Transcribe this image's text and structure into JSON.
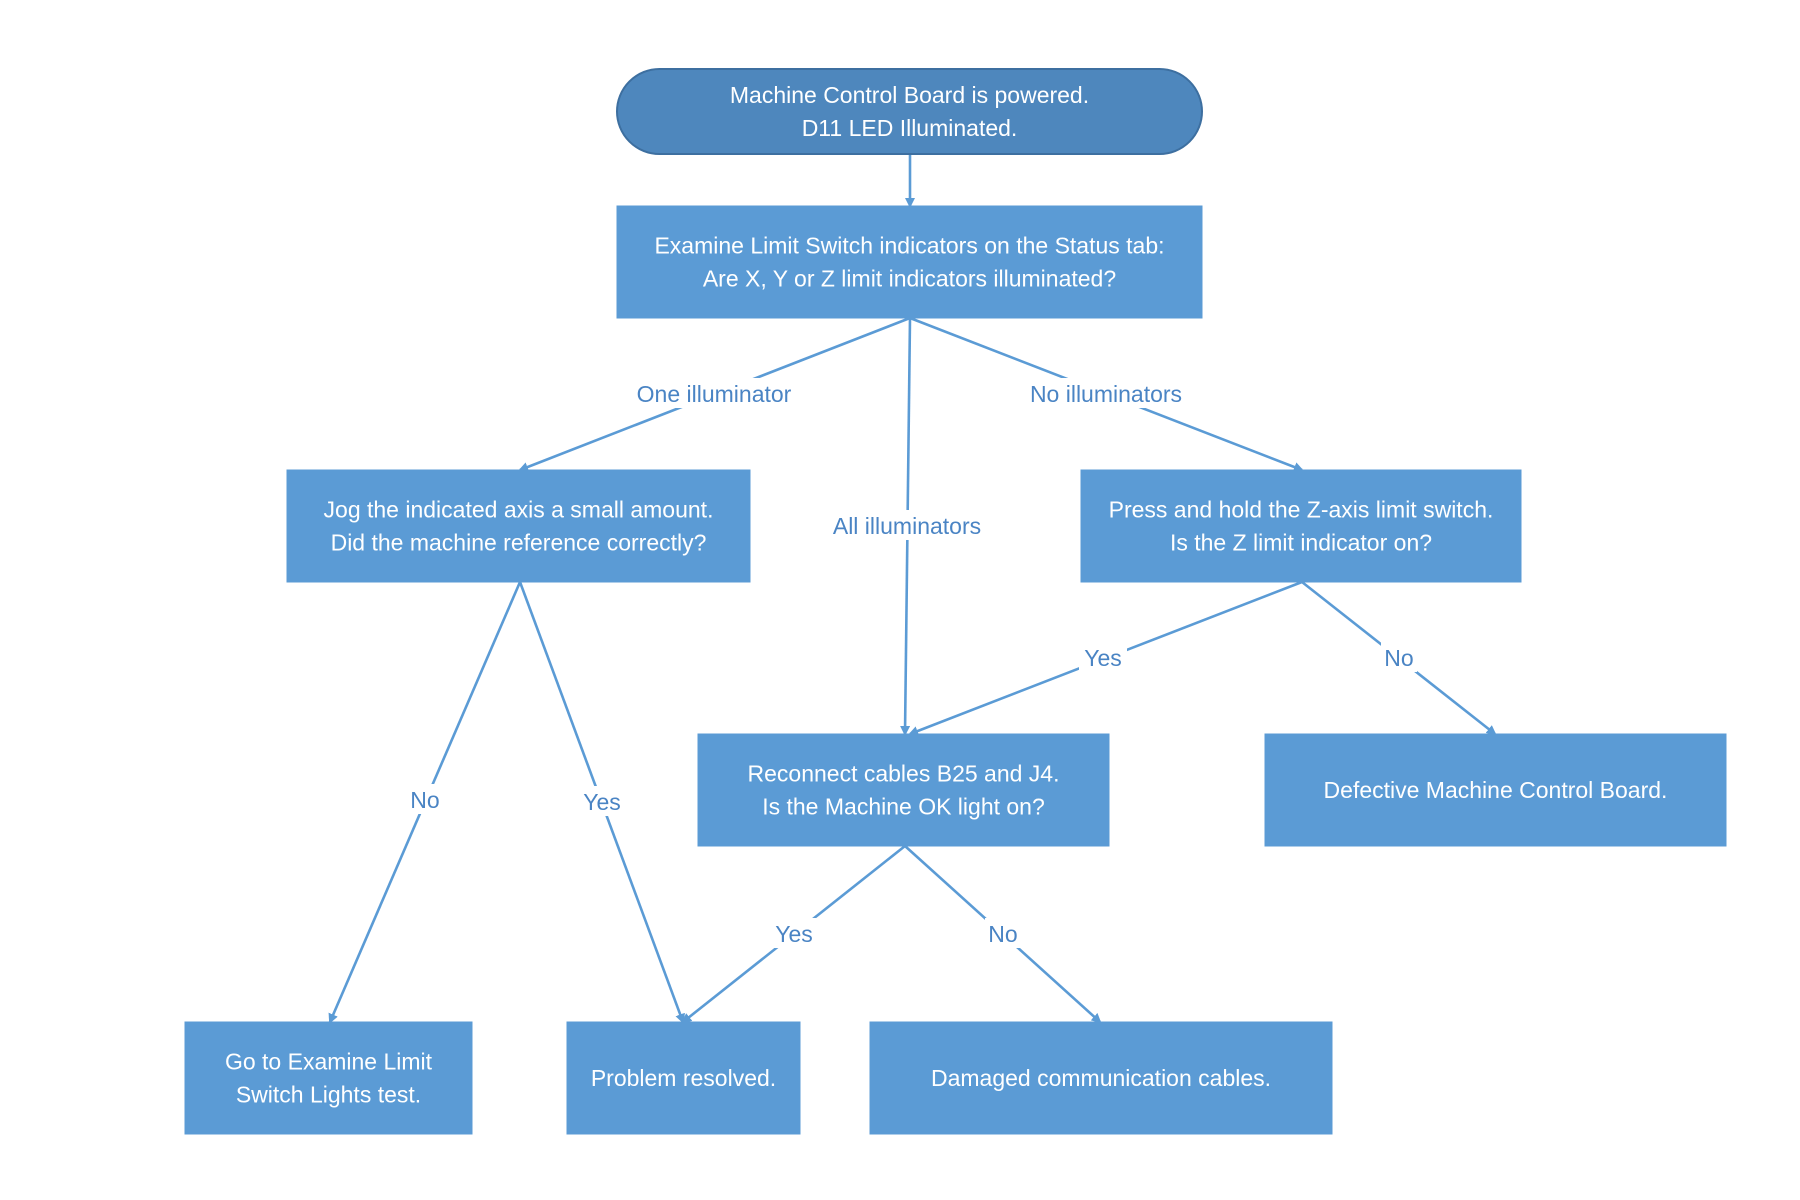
{
  "colors": {
    "node_fill": "#5b9bd5",
    "start_fill": "#4e87bd",
    "start_border": "#3d6fa0",
    "line": "#5b9bd5",
    "label_text": "#4a84c4",
    "node_text": "#ffffff"
  },
  "nodes": {
    "start": {
      "lines": [
        "Machine Control Board is powered.",
        "D11 LED Illuminated."
      ]
    },
    "examine": {
      "lines": [
        "Examine Limit Switch indicators on the Status tab:",
        "Are X, Y or Z limit indicators illuminated?"
      ]
    },
    "jog": {
      "lines": [
        "Jog the indicated axis a small amount.",
        "Did the machine reference correctly?"
      ]
    },
    "press": {
      "lines": [
        "Press and hold the Z-axis limit switch.",
        "Is the Z limit indicator on?"
      ]
    },
    "reconnect": {
      "lines": [
        "Reconnect cables B25 and J4.",
        "Is the Machine OK light on?"
      ]
    },
    "defective": {
      "lines": [
        "Defective Machine Control Board."
      ]
    },
    "goto": {
      "lines": [
        "Go to Examine Limit",
        "Switch Lights test."
      ]
    },
    "resolved": {
      "lines": [
        "Problem resolved."
      ]
    },
    "damaged": {
      "lines": [
        "Damaged communication cables."
      ]
    }
  },
  "edges": {
    "start_examine": {
      "label": ""
    },
    "examine_jog": {
      "label": "One illuminator"
    },
    "examine_reconnect": {
      "label": "All illuminators"
    },
    "examine_press": {
      "label": "No illuminators"
    },
    "jog_goto": {
      "label": "No"
    },
    "jog_resolved": {
      "label": "Yes"
    },
    "press_reconnect": {
      "label": "Yes"
    },
    "press_defective": {
      "label": "No"
    },
    "reconnect_resolved": {
      "label": "Yes"
    },
    "reconnect_damaged": {
      "label": "No"
    }
  }
}
